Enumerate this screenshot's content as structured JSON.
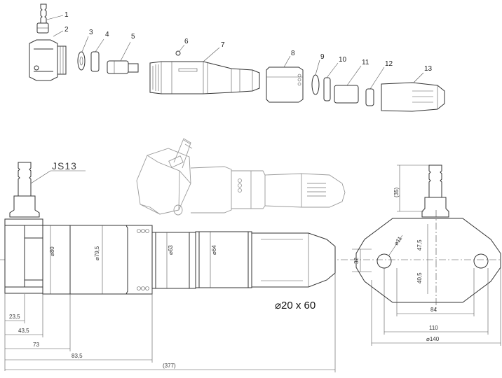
{
  "part_numbers": [
    "1",
    "2",
    "3",
    "4",
    "5",
    "6",
    "7",
    "8",
    "9",
    "10",
    "11",
    "12",
    "13"
  ],
  "thread_label": "JS13",
  "nozzle_spec": "⌀20 x 60",
  "side_view_dims": {
    "d80": "⌀80",
    "d79_5": "⌀79,5",
    "d63": "⌀63",
    "d64": "⌀64",
    "len_23_5": "23,5",
    "len_43_5": "43,5",
    "len_73": "73",
    "len_83_5": "83,5",
    "len_377": "(377)"
  },
  "end_view_dims": {
    "h35": "(35)",
    "h32": "32",
    "h47_5": "47,5",
    "h40_5": "40,5",
    "d11": "⌀11",
    "w84": "84",
    "w110": "110",
    "w140": "⌀140"
  }
}
